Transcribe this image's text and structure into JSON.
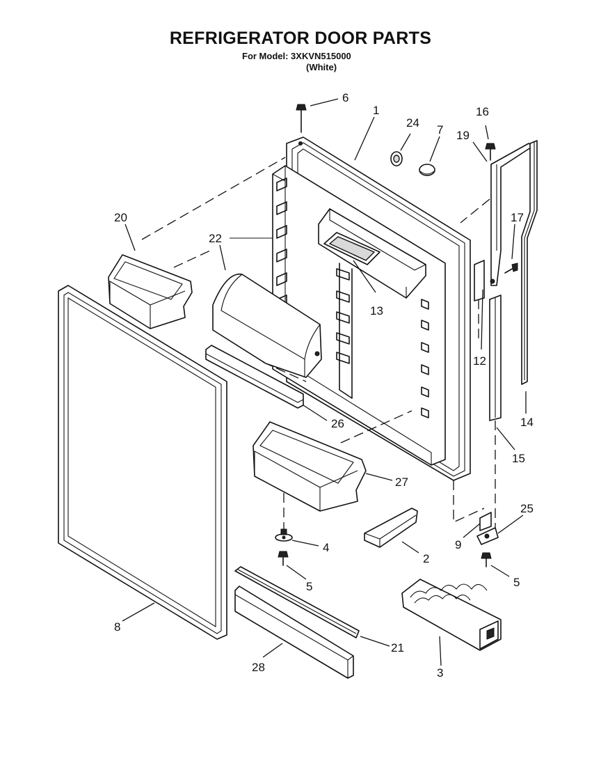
{
  "header": {
    "title": "REFRIGERATOR DOOR PARTS",
    "model_line": "For Model: 3XKVN515000",
    "color_line": "(White)"
  },
  "callouts": {
    "c1": "1",
    "c2": "2",
    "c3": "3",
    "c4": "4",
    "c5a": "5",
    "c5b": "5",
    "c6": "6",
    "c7": "7",
    "c8": "8",
    "c9": "9",
    "c12": "12",
    "c13": "13",
    "c14": "14",
    "c15": "15",
    "c16": "16",
    "c17": "17",
    "c19": "19",
    "c20": "20",
    "c21": "21",
    "c22": "22",
    "c24": "24",
    "c25": "25",
    "c26": "26",
    "c27": "27",
    "c28": "28"
  }
}
